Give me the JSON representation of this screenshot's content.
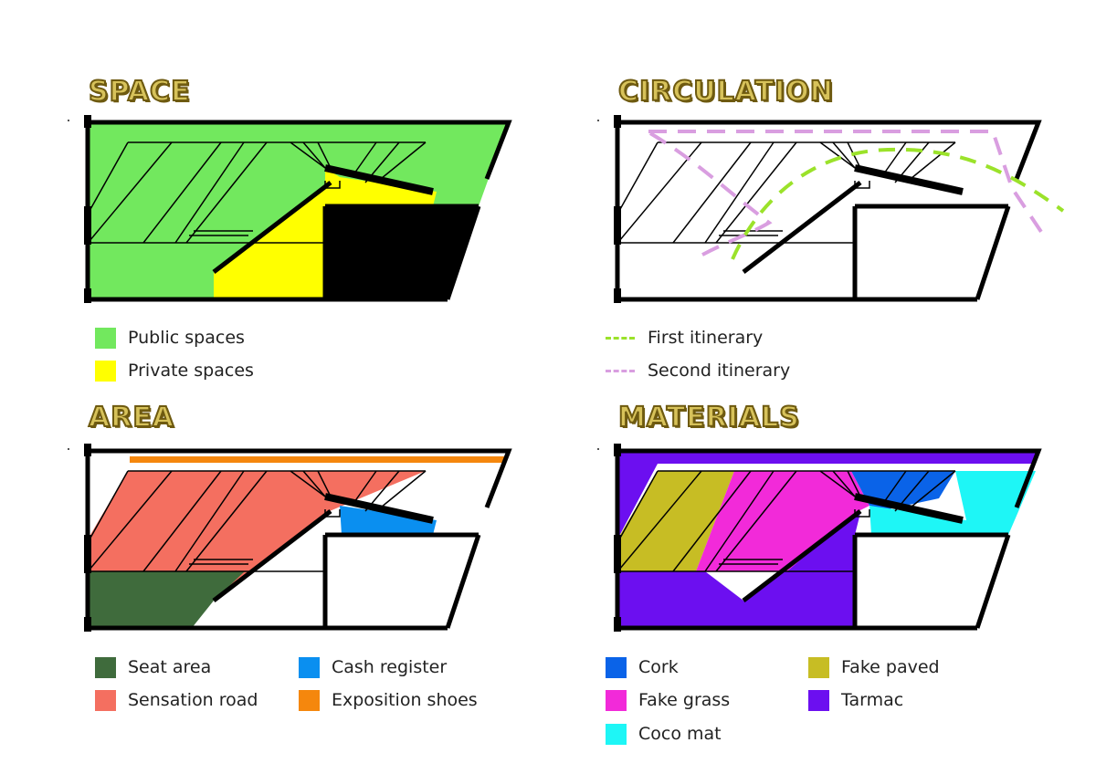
{
  "space": {
    "title": "SPACE",
    "legend": [
      {
        "label": "Public spaces",
        "color": "#72e85e"
      },
      {
        "label": "Private spaces",
        "color": "#ffff00"
      }
    ]
  },
  "circulation": {
    "title": "CIRCULATION",
    "legend": [
      {
        "label": "First itinerary",
        "color": "#9be22a"
      },
      {
        "label": "Second itinerary",
        "color": "#d99ee0"
      }
    ]
  },
  "area": {
    "title": "AREA",
    "legend": [
      {
        "label": "Seat area",
        "color": "#3f6b3c"
      },
      {
        "label": "Sensation road",
        "color": "#f46f60"
      },
      {
        "label": "Cash register",
        "color": "#0a8ff0"
      },
      {
        "label": "Exposition shoes",
        "color": "#f5870d"
      }
    ]
  },
  "materials": {
    "title": "MATERIALS",
    "legend": [
      {
        "label": "Cork",
        "color": "#0a63e8"
      },
      {
        "label": "Fake grass",
        "color": "#f22ad9"
      },
      {
        "label": "Coco mat",
        "color": "#1ef6f6"
      },
      {
        "label": "Fake paved",
        "color": "#c7bd24"
      },
      {
        "label": "Tarmac",
        "color": "#6c0ff0"
      }
    ]
  }
}
